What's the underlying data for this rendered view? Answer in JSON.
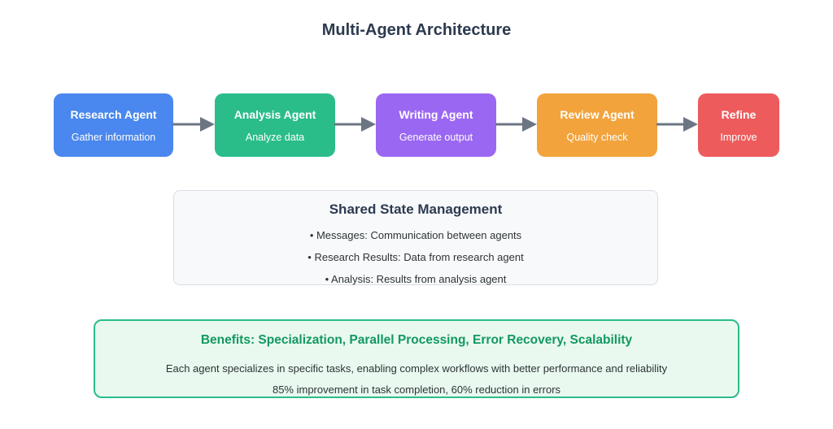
{
  "title": "Multi-Agent Architecture",
  "colors": {
    "title_text": "#2c3a4f",
    "body_text": "#2d3436",
    "arrow": "#6c7583",
    "shared_bg": "#f8f9fb",
    "shared_border": "#d9dde2",
    "benefit_bg": "#e9f9ef",
    "benefit_border": "#2abd87",
    "benefit_title": "#12985f"
  },
  "agents": [
    {
      "name": "Research Agent",
      "desc": "Gather information",
      "color": "#4a87ee"
    },
    {
      "name": "Analysis Agent",
      "desc": "Analyze data",
      "color": "#2abd8a"
    },
    {
      "name": "Writing Agent",
      "desc": "Generate output",
      "color": "#9a67f2"
    },
    {
      "name": "Review Agent",
      "desc": "Quality check",
      "color": "#f2a33c"
    },
    {
      "name": "Refine",
      "desc": "Improve",
      "color": "#ee5b5c"
    }
  ],
  "shared_state": {
    "title": "Shared State Management",
    "items": [
      "• Messages: Communication between agents",
      "• Research Results: Data from research agent",
      "• Analysis: Results from analysis agent"
    ]
  },
  "benefits": {
    "title": "Benefits: Specialization, Parallel Processing, Error Recovery, Scalability",
    "line1": "Each agent specializes in specific tasks, enabling complex workflows with better performance and reliability",
    "line2": "85% improvement in task completion, 60% reduction in errors"
  }
}
